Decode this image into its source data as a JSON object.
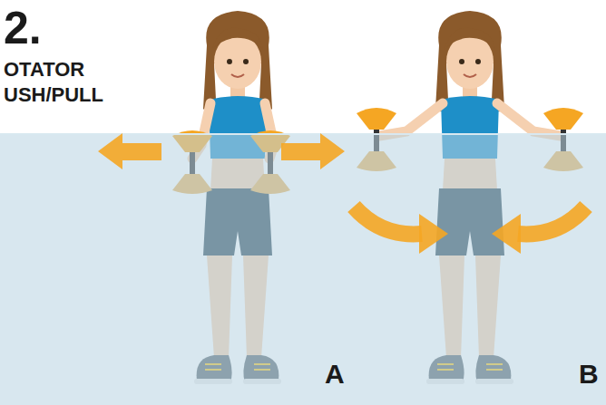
{
  "diagram": {
    "labels": [
      "2.",
      "OTATOR",
      "USH/PULL",
      "A",
      "B"
    ]
  }
}
